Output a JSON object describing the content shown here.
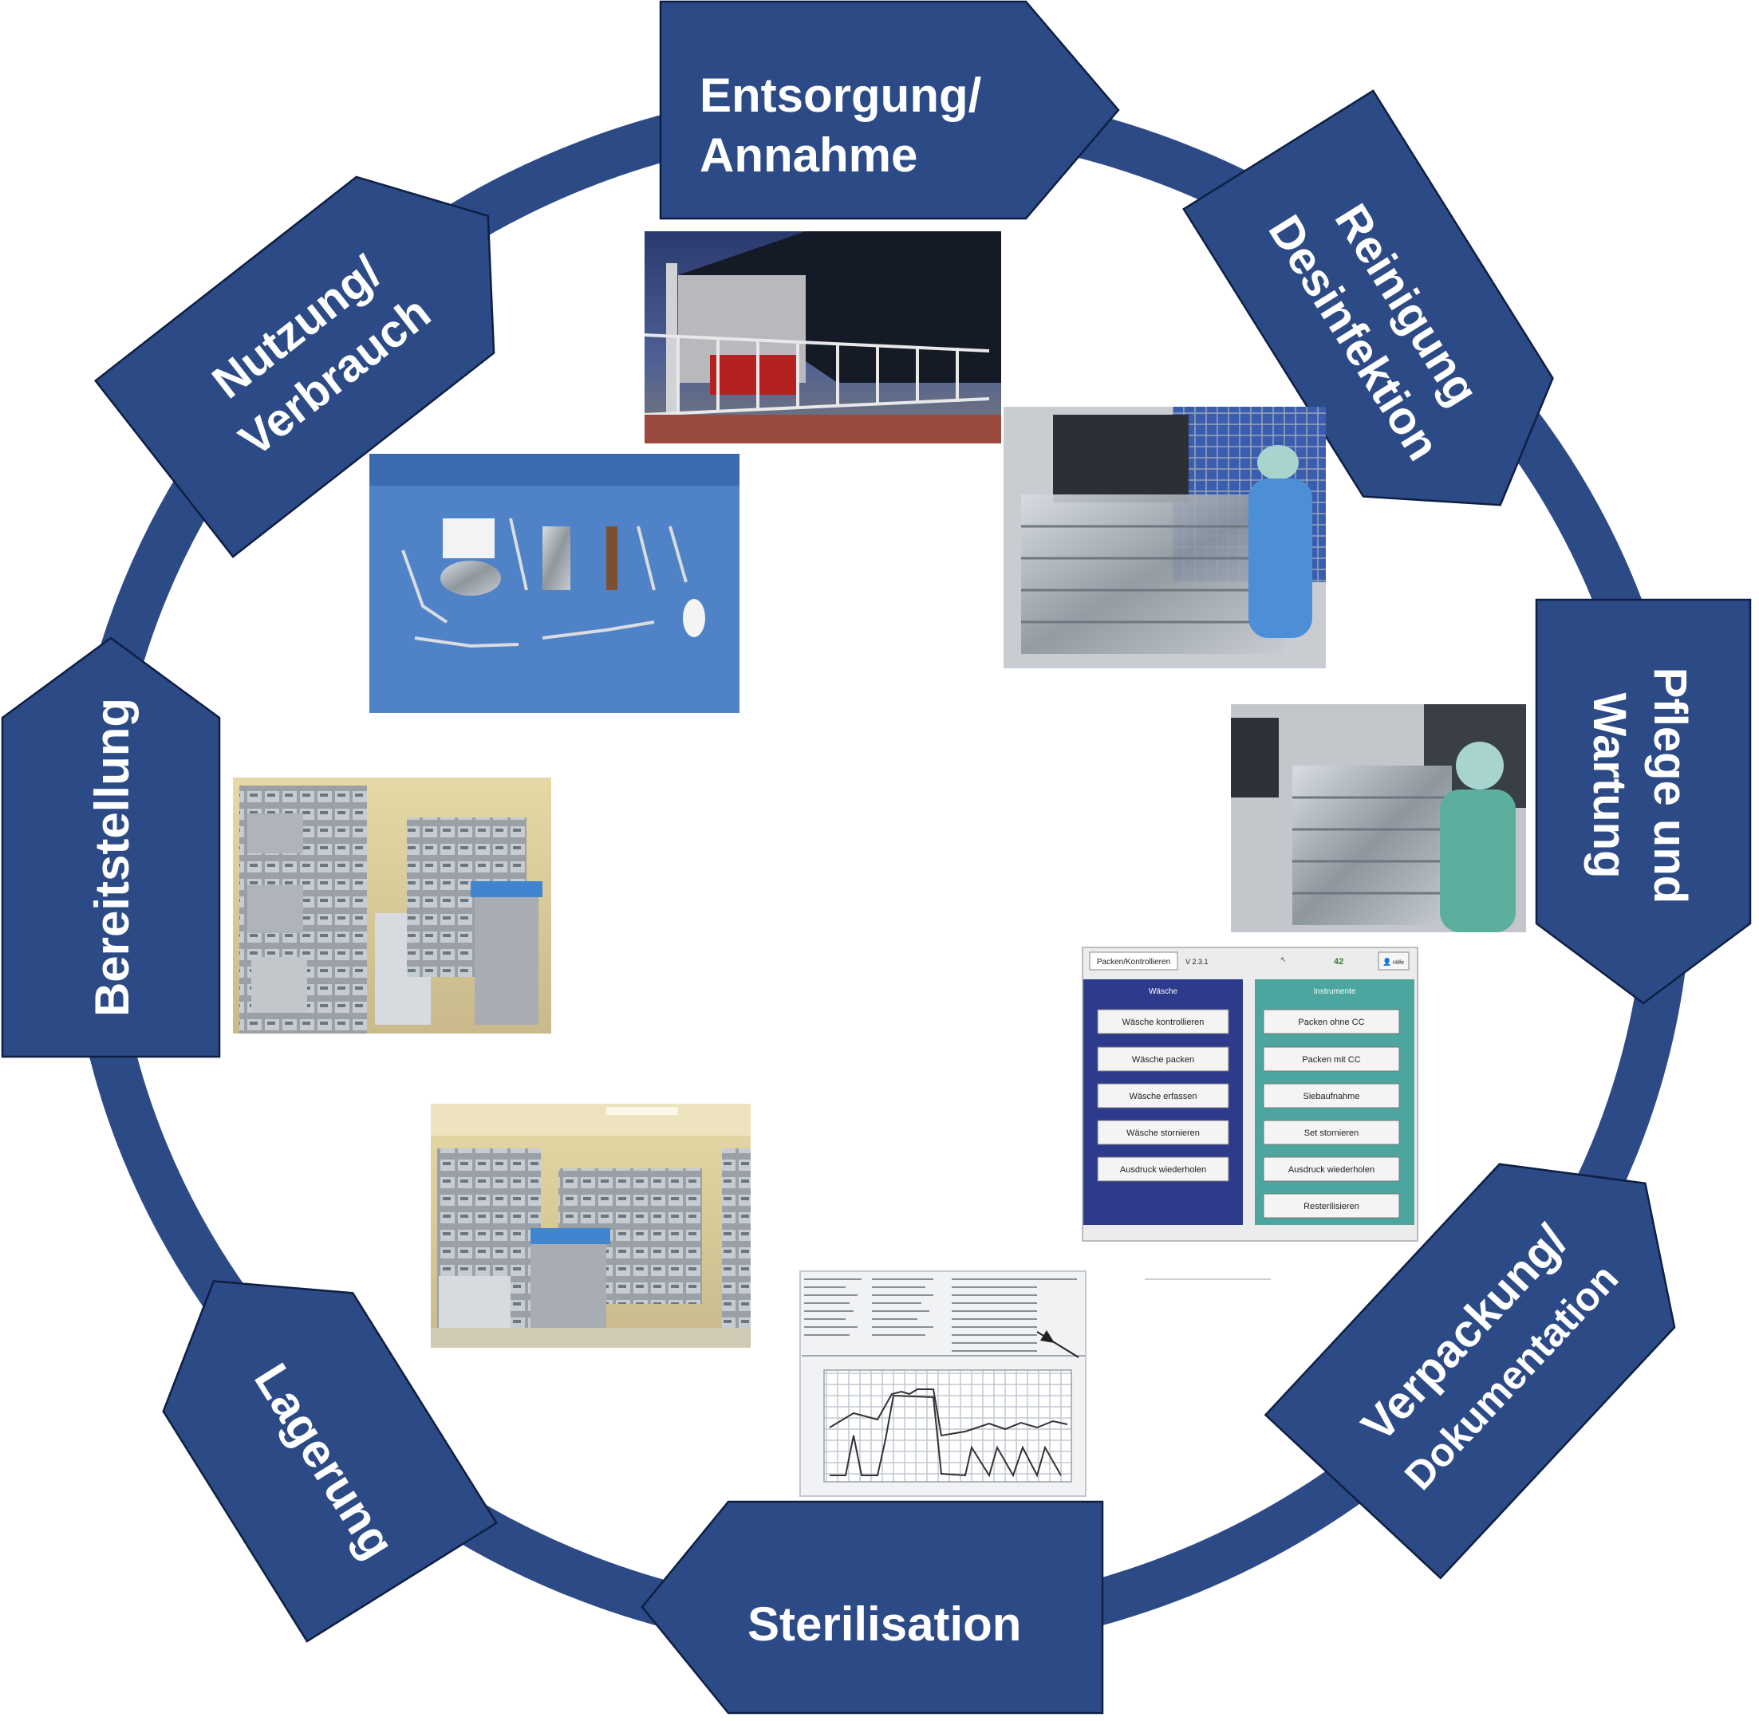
{
  "colors": {
    "ring": "#2c4a86",
    "arrow_fill": "#2c4a86",
    "arrow_stroke": "#0e1f44",
    "label": "#ffffff",
    "panel_left": "#2e3a8c",
    "panel_right": "#4ca59e"
  },
  "steps": {
    "entsorgung": {
      "line1": "Entsorgung/",
      "line2": "Annahme"
    },
    "reinigung": {
      "line1": "Reinigung",
      "line2": "Desinfektion"
    },
    "pflege": {
      "line1": "Pflege und",
      "line2": "Wartung"
    },
    "verpackung": {
      "line1": "Verpackung/",
      "line2": "Dokumentation"
    },
    "sterilisation": {
      "line1": "Sterilisation"
    },
    "lagerung": {
      "line1": "Lagerung"
    },
    "bereitstellung": {
      "line1": "Bereitstellung"
    },
    "nutzung": {
      "line1": "Nutzung/",
      "line2": "Verbrauch"
    }
  },
  "software": {
    "tab": "Packen/Kontrollieren",
    "version": "V 2.3.1",
    "count": "42",
    "help_button": "Hilfe",
    "left_title": "Wäsche",
    "left_buttons": [
      "Wäsche kontrollieren",
      "Wäsche packen",
      "Wäsche erfassen",
      "Wäsche stornieren",
      "Ausdruck wiederholen"
    ],
    "right_title": "Instrumente",
    "right_buttons": [
      "Packen ohne CC",
      "Packen mit CC",
      "Siebaufnahme",
      "Set stornieren",
      "Ausdruck wiederholen",
      "Resterilisieren"
    ]
  },
  "icons": {
    "photo": "photo-icon",
    "cursor": "cursor-icon",
    "user": "user-icon",
    "arrow": "arrow-pointer-icon"
  }
}
